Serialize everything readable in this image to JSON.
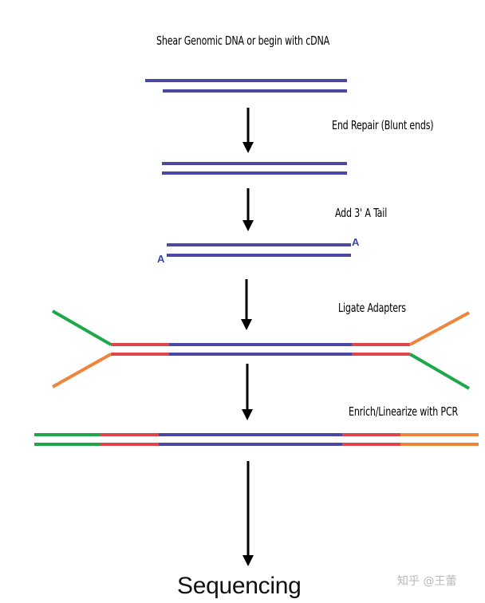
{
  "steps": [
    {
      "label": "Shear Genomic DNA or begin with cDNA"
    },
    {
      "label": "End Repair (Blunt ends)"
    },
    {
      "label": "Add 3' A Tail"
    },
    {
      "label": "Ligate Adapters"
    },
    {
      "label": "Enrich/Linearize with PCR"
    }
  ],
  "final": {
    "label": "Sequencing"
  },
  "a_tail": {
    "letter": "A"
  },
  "watermark": "知乎 @王蕾",
  "colors": {
    "dna": "#4a48a3",
    "adapter_red": "#e0454b",
    "adapter_green": "#1fa84a",
    "adapter_orange": "#f0843a",
    "arrow": "#000000"
  }
}
